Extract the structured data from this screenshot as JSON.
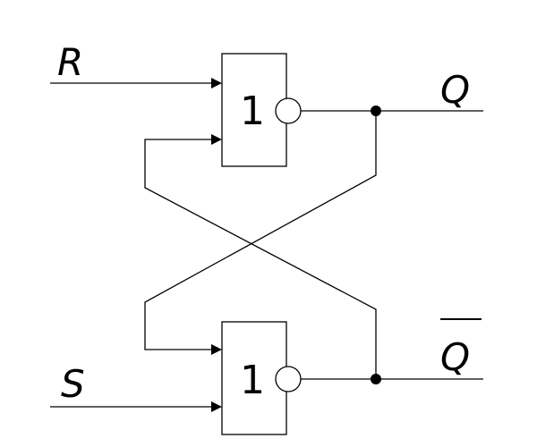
{
  "diagram": {
    "signals": {
      "reset": "R",
      "set": "S",
      "q": "Q",
      "q_bar": "Q"
    },
    "gates": [
      {
        "id": "upper-nor",
        "symbol": "1"
      },
      {
        "id": "lower-nor",
        "symbol": "1"
      }
    ]
  }
}
